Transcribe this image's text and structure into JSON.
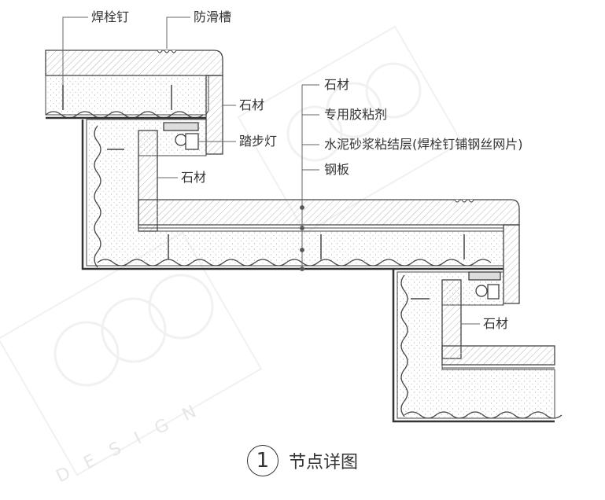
{
  "labels": {
    "weld_stud": "焊栓钉",
    "anti_slip_groove": "防滑槽",
    "stone_top": "石材",
    "stone_riser_upper": "石材",
    "step_light": "踏步灯",
    "stone_inner": "石材",
    "stone_lower": "石材",
    "stone_layer": "石材",
    "adhesive": "专用胶粘剂",
    "mortar": "水泥砂浆粘结层(焊栓钉铺钢丝网片)",
    "steel_plate": "钢板"
  },
  "caption": {
    "number": "1",
    "title": "节点详图"
  },
  "watermark": {
    "text": "DESIGN"
  }
}
